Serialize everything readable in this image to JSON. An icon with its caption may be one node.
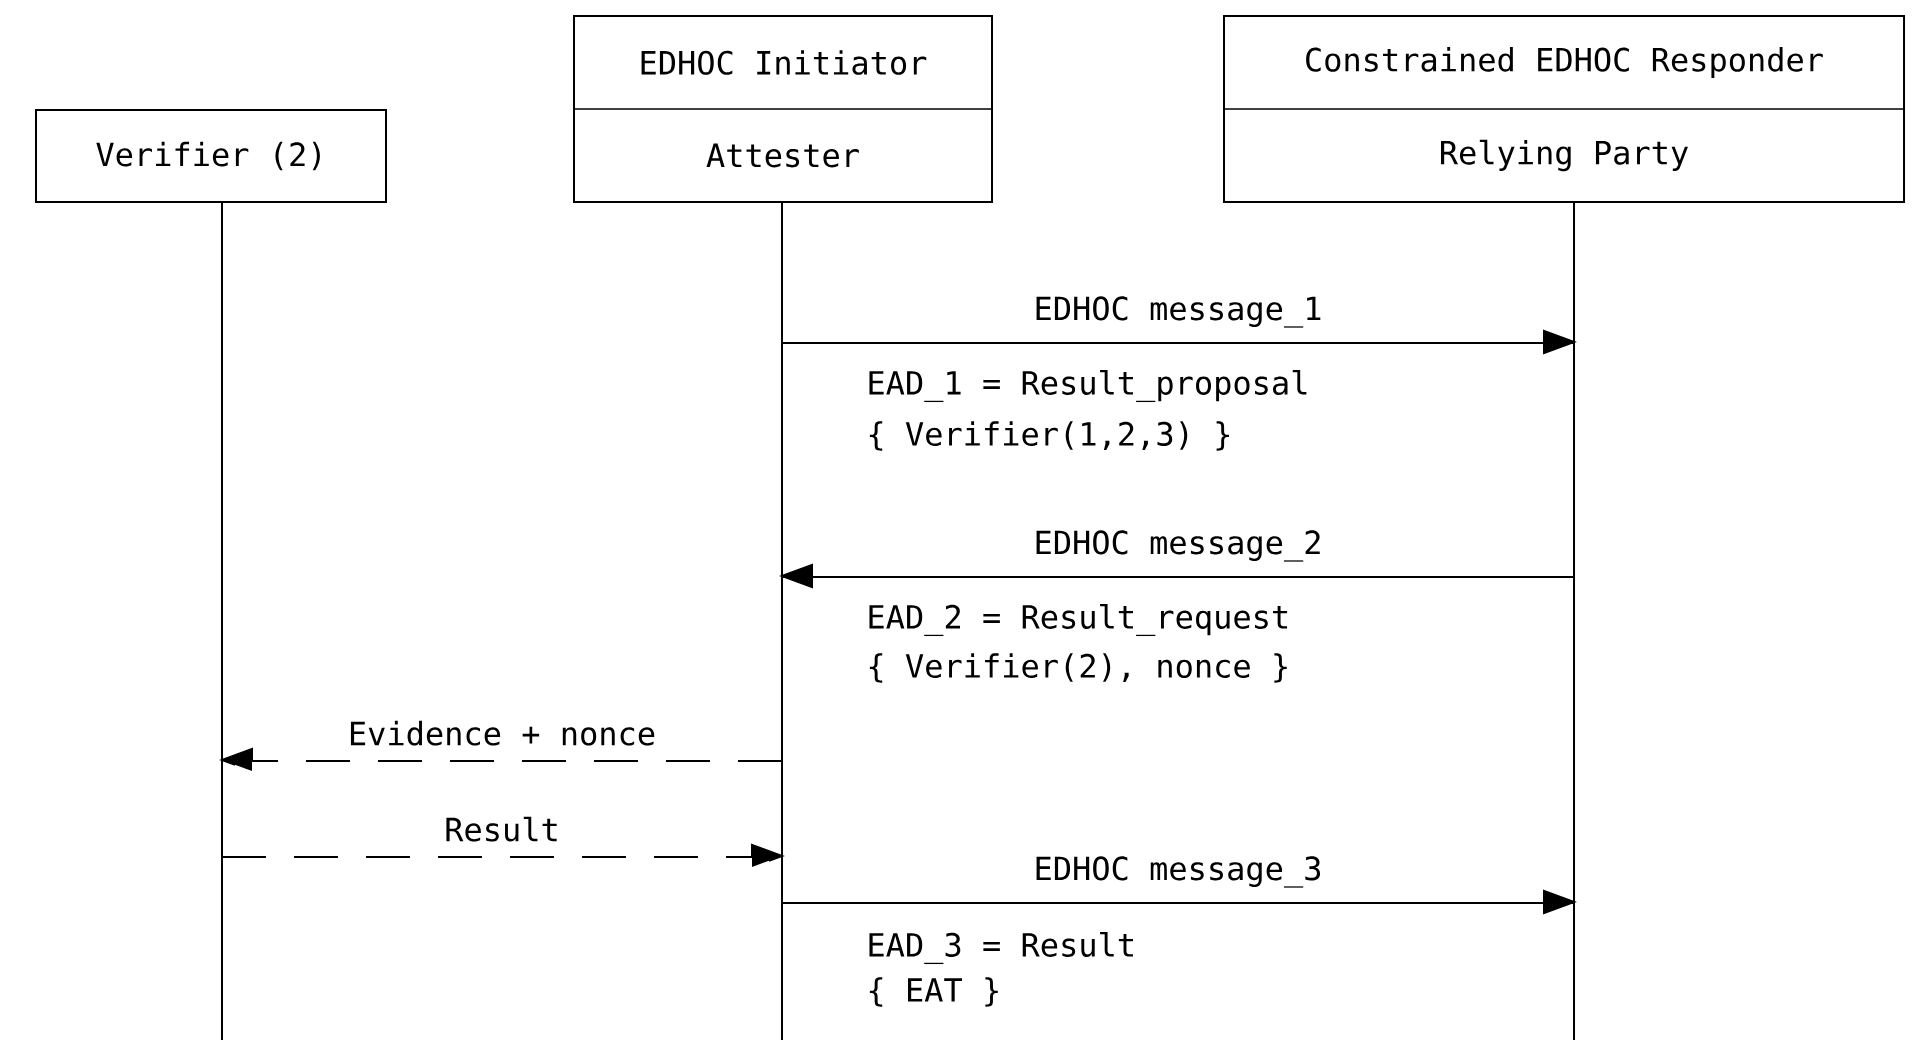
{
  "diagram": {
    "nodes": [
      {
        "text": [
          "Verifier (2)"
        ]
      },
      {
        "text": [
          "EDHOC Initiator",
          "Attester"
        ]
      },
      {
        "text": [
          "Constrained EDHOC Responder",
          "Relying Party"
        ]
      }
    ],
    "edges": [
      {
        "from": 1,
        "to": 2,
        "arrow": "to",
        "label": "EDHOC message_1"
      },
      {
        "from": 2,
        "to": 1,
        "arrow": "to",
        "label": "EDHOC message_2"
      },
      {
        "from": 1,
        "to": 0,
        "arrow": "to",
        "label": "Evidence + nonce",
        "style": "dashed"
      },
      {
        "from": 0,
        "to": 1,
        "arrow": "to",
        "label": "Result",
        "style": "dashed"
      },
      {
        "from": 1,
        "to": 2,
        "arrow": "to",
        "label": "EDHOC message_3"
      }
    ],
    "labels": [
      "EAD_1 = Result_proposal",
      "{ Verifier(1,2,3) }",
      "EAD_2 = Result_request",
      "{ Verifier(2), nonce }",
      "EAD_3 = Result",
      "{ EAT }"
    ]
  }
}
